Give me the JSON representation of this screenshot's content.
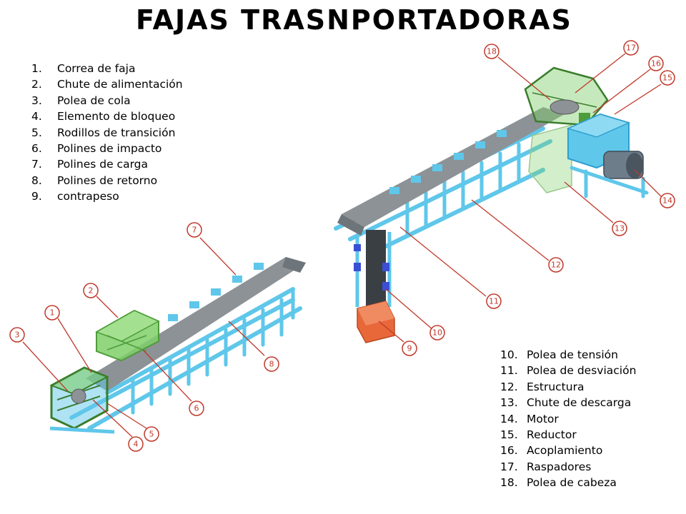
{
  "title": "Fajas trasnportadoras",
  "legend_left": [
    {
      "num": "1.",
      "label": "Correa de faja"
    },
    {
      "num": "2.",
      "label": "Chute de alimentación"
    },
    {
      "num": "3.",
      "label": "Polea de cola"
    },
    {
      "num": "4.",
      "label": "Elemento de bloqueo"
    },
    {
      "num": "5.",
      "label": "Rodillos de transición"
    },
    {
      "num": "6.",
      "label": "Polines de impacto"
    },
    {
      "num": "7.",
      "label": "Polines de carga"
    },
    {
      "num": "8.",
      "label": "Polines de retorno"
    },
    {
      "num": "9.",
      "label": "contrapeso"
    }
  ],
  "legend_right": [
    {
      "num": "10.",
      "label": "Polea de tensión"
    },
    {
      "num": "11.",
      "label": "Polea de desviación"
    },
    {
      "num": "12.",
      "label": "Estructura"
    },
    {
      "num": "13.",
      "label": "Chute de descarga"
    },
    {
      "num": "14.",
      "label": "Motor"
    },
    {
      "num": "15.",
      "label": "Reductor"
    },
    {
      "num": "16.",
      "label": "Acoplamiento"
    },
    {
      "num": "17.",
      "label": "Raspadores"
    },
    {
      "num": "18.",
      "label": "Polea de cabeza"
    }
  ],
  "callouts": [
    "1",
    "2",
    "3",
    "4",
    "5",
    "6",
    "7",
    "8",
    "9",
    "10",
    "11",
    "12",
    "13",
    "14",
    "15",
    "16",
    "17",
    "18"
  ],
  "colors": {
    "frame": "#5fc7ea",
    "frame_dark": "#2f9fcf",
    "belt": "#8c9296",
    "chute_green": "#7fcf6a",
    "counterweight": "#e8683a",
    "motor": "#6e7d8a",
    "callout": "#c0392b",
    "idler_blue": "#3a4fd6"
  }
}
